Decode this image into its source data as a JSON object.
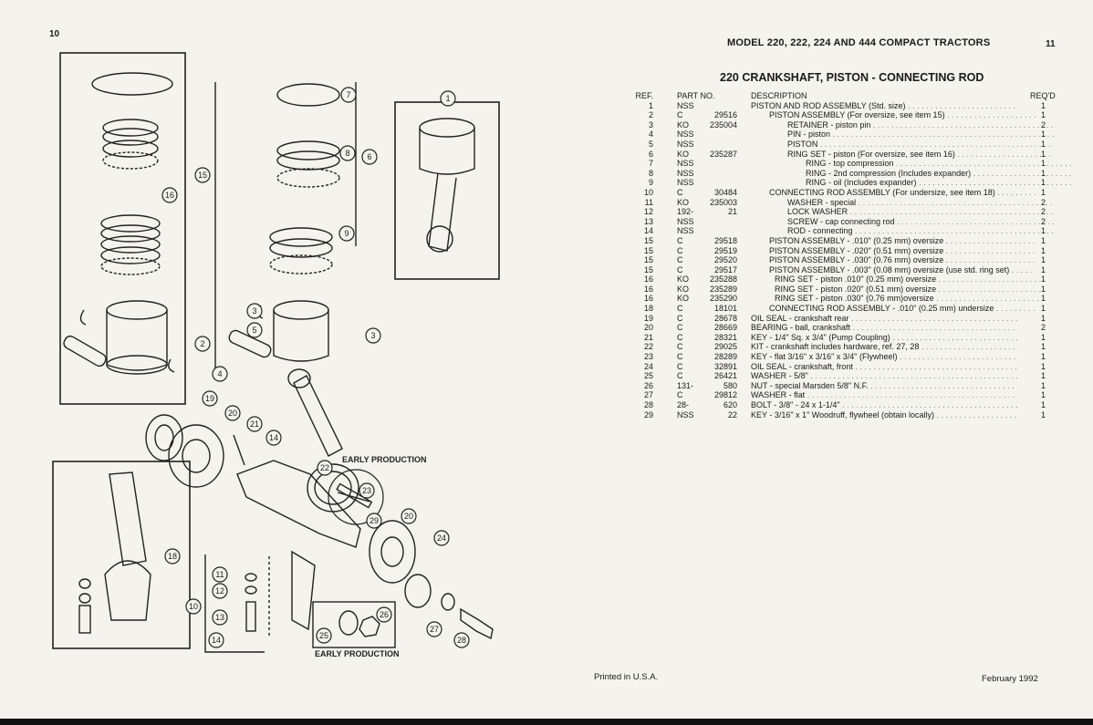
{
  "page": {
    "left_number": "10",
    "right_number": "11",
    "header": "MODEL 220, 222, 224 AND 444 COMPACT TRACTORS",
    "section_title": "220 CRANKSHAFT, PISTON - CONNECTING ROD",
    "footer_left": "Printed in U.S.A.",
    "footer_right": "February 1992"
  },
  "table": {
    "headers": {
      "ref": "REF.",
      "part": "PART NO.",
      "desc": "DESCRIPTION",
      "qty": "REQ'D"
    },
    "rows": [
      {
        "ref": "1",
        "prefix": "NSS",
        "num": "",
        "desc": "PISTON AND ROD ASSEMBLY (Std. size)",
        "indent": 0,
        "qty": "1"
      },
      {
        "ref": "2",
        "prefix": "C",
        "num": "29516",
        "desc": "PISTON ASSEMBLY (For oversize, see item 15)",
        "indent": 1,
        "qty": "1"
      },
      {
        "ref": "3",
        "prefix": "KO",
        "num": "235004",
        "desc": "RETAINER - piston pin",
        "indent": 2,
        "qty": "2"
      },
      {
        "ref": "4",
        "prefix": "NSS",
        "num": "",
        "desc": "PIN - piston",
        "indent": 2,
        "qty": "1"
      },
      {
        "ref": "5",
        "prefix": "NSS",
        "num": "",
        "desc": "PISTON",
        "indent": 2,
        "qty": "1"
      },
      {
        "ref": "6",
        "prefix": "KO",
        "num": "235287",
        "desc": "RING SET - piston (For oversize, see item 16)",
        "indent": 2,
        "qty": "1"
      },
      {
        "ref": "7",
        "prefix": "NSS",
        "num": "",
        "desc": "RING - top compression",
        "indent": 3,
        "qty": "1"
      },
      {
        "ref": "8",
        "prefix": "NSS",
        "num": "",
        "desc": "RING - 2nd compression (Includes expander)",
        "indent": 3,
        "qty": "1"
      },
      {
        "ref": "9",
        "prefix": "NSS",
        "num": "",
        "desc": "RING - oil (Includes expander)",
        "indent": 3,
        "qty": "1"
      },
      {
        "ref": "10",
        "prefix": "C",
        "num": "30484",
        "desc": "CONNECTING ROD ASSEMBLY (For undersize, see item 18)",
        "indent": 1,
        "qty": "1"
      },
      {
        "ref": "11",
        "prefix": "KO",
        "num": "235003",
        "desc": "WASHER - special",
        "indent": 2,
        "qty": "2"
      },
      {
        "ref": "12",
        "prefix": "192-",
        "num": "21",
        "desc": "LOCK WASHER",
        "indent": 2,
        "qty": "2"
      },
      {
        "ref": "13",
        "prefix": "NSS",
        "num": "",
        "desc": "SCREW - cap connecting rod",
        "indent": 2,
        "qty": "2"
      },
      {
        "ref": "14",
        "prefix": "NSS",
        "num": "",
        "desc": "ROD - connecting",
        "indent": 2,
        "qty": "1"
      },
      {
        "ref": "15",
        "prefix": "C",
        "num": "29518",
        "desc": "PISTON ASSEMBLY - .010\" (0.25 mm) oversize",
        "indent": 1,
        "qty": "1"
      },
      {
        "ref": "15",
        "prefix": "C",
        "num": "29519",
        "desc": "PISTON ASSEMBLY - .020\" (0.51 mm) oversize",
        "indent": 1,
        "qty": "1"
      },
      {
        "ref": "15",
        "prefix": "C",
        "num": "29520",
        "desc": "PISTON ASSEMBLY - .030\" (0.76 mm) oversize",
        "indent": 1,
        "qty": "1"
      },
      {
        "ref": "15",
        "prefix": "C",
        "num": "29517",
        "desc": "PISTON ASSEMBLY - .003\" (0.08 mm) oversize (use std. ring set)",
        "indent": 1,
        "qty": "1"
      },
      {
        "ref": "16",
        "prefix": "KO",
        "num": "235288",
        "desc": "RING SET - piston .010\" (0.25 mm) oversize",
        "indent": 1.3,
        "qty": "1"
      },
      {
        "ref": "16",
        "prefix": "KO",
        "num": "235289",
        "desc": "RING SET - piston .020\" (0.51 mm) oversize",
        "indent": 1.3,
        "qty": "1"
      },
      {
        "ref": "16",
        "prefix": "KO",
        "num": "235290",
        "desc": "RING SET - piston .030\" (0.76 mm)oversize",
        "indent": 1.3,
        "qty": "1"
      },
      {
        "ref": "18",
        "prefix": "C",
        "num": "18101",
        "desc": "CONNECTING ROD ASSEMBLY - .010\" (0.25 mm) undersize",
        "indent": 1,
        "qty": "1"
      },
      {
        "ref": "19",
        "prefix": "C",
        "num": "28678",
        "desc": "OIL SEAL - crankshaft rear",
        "indent": 0,
        "qty": "1"
      },
      {
        "ref": "20",
        "prefix": "C",
        "num": "28669",
        "desc": "BEARING - ball, crankshaft",
        "indent": 0,
        "qty": "2"
      },
      {
        "ref": "21",
        "prefix": "C",
        "num": "28321",
        "desc": "KEY - 1/4\" Sq. x 3/4\" (Pump Coupling)",
        "indent": 0,
        "qty": "1"
      },
      {
        "ref": "22",
        "prefix": "C",
        "num": "29025",
        "desc": "KIT - crankshaft includes hardware, ref. 27, 28",
        "indent": 0,
        "qty": "1"
      },
      {
        "ref": "23",
        "prefix": "C",
        "num": "28289",
        "desc": "KEY - flat 3/16\" x 3/16\" x 3/4\" (Flywheel)",
        "indent": 0,
        "qty": "1"
      },
      {
        "ref": "24",
        "prefix": "C",
        "num": "32891",
        "desc": "OIL SEAL - crankshaft, front",
        "indent": 0,
        "qty": "1"
      },
      {
        "ref": "25",
        "prefix": "C",
        "num": "26421",
        "desc": "WASHER - 5/8\"",
        "indent": 0,
        "qty": "1"
      },
      {
        "ref": "26",
        "prefix": "131-",
        "num": "580",
        "desc": "NUT - special Marsden 5/8\" N.F.",
        "indent": 0,
        "qty": "1"
      },
      {
        "ref": "27",
        "prefix": "C",
        "num": "29812",
        "desc": "WASHER - flat",
        "indent": 0,
        "qty": "1"
      },
      {
        "ref": "28",
        "prefix": "28-",
        "num": "620",
        "desc": "BOLT - 3/8\" - 24 x 1-1/4\"",
        "indent": 0,
        "qty": "1"
      },
      {
        "ref": "29",
        "prefix": "NSS",
        "num": "22",
        "desc": "KEY - 3/16\" x 1\" Woodruff, flywheel (obtain locally)",
        "indent": 0,
        "qty": "1"
      }
    ]
  },
  "diagram": {
    "label_early_1": "EARLY PRODUCTION",
    "label_early_2": "EARLY PRODUCTION",
    "callouts": [
      "1",
      "2",
      "3",
      "3",
      "4",
      "5",
      "6",
      "7",
      "8",
      "9",
      "10",
      "11",
      "12",
      "13",
      "14",
      "14",
      "15",
      "16",
      "18",
      "19",
      "20",
      "20",
      "21",
      "22",
      "23",
      "24",
      "25",
      "26",
      "27",
      "28",
      "29"
    ]
  }
}
